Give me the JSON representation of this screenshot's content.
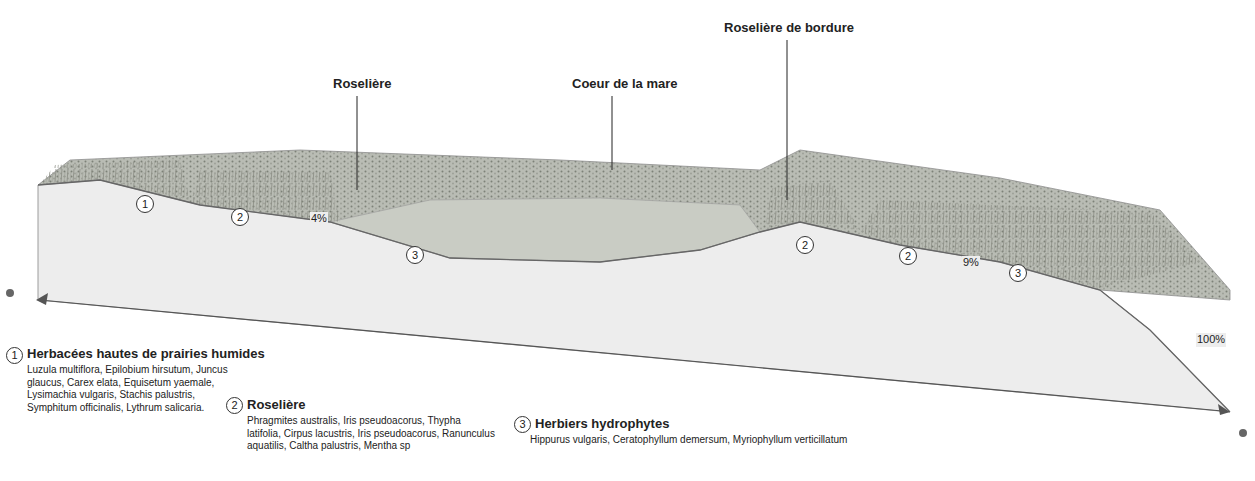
{
  "diagram": {
    "nodes": [
      {
        "text": [
          "1"
        ]
      },
      {
        "text": [
          "2"
        ]
      },
      {
        "text": [
          "3"
        ]
      },
      {
        "text": [
          "2"
        ]
      },
      {
        "text": [
          "2"
        ]
      },
      {
        "text": [
          "3"
        ]
      },
      {
        "text": [
          "1"
        ]
      },
      {
        "text": [
          "2"
        ]
      },
      {
        "text": [
          "3"
        ]
      }
    ],
    "labels": [
      "Roselière",
      "Coeur de la mare",
      "Roselière de bordure",
      "4%",
      "9%",
      "100%",
      "Herbacées hautes de prairies humides",
      "Luzula multiflora, Epilobium hirsutum, Juncus glaucus, Carex elata, Equisetum yaemale, Lysimachia vulgaris, Stachis palustris, Symphitum officinalis, Lythrum salicaria.",
      "Roselière",
      "Phragmites australis, Iris pseudoacorus, Thypha latifolia, Cirpus lacustris, Iris pseudoacorus, Ranunculus aquatilis, Caltha palustris, Mentha sp",
      "Herbiers hydrophytes",
      "Hippurus vulgaris, Ceratophyllum demersum, Myriophyllum verticillatum"
    ]
  }
}
